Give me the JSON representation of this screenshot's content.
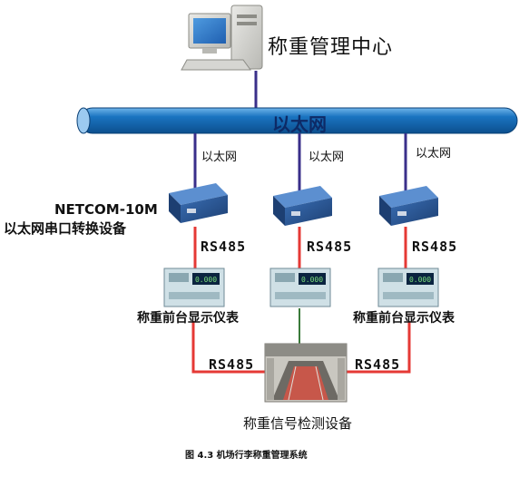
{
  "center": {
    "title": "称重管理中心"
  },
  "bus": {
    "label": "以太网"
  },
  "links": {
    "ethernet_label": "以太网",
    "serial_label": "RS485"
  },
  "device": {
    "model": "NETCOM-10M",
    "name": "以太网串口转换设备"
  },
  "indicator": {
    "label": "称重前台显示仪表",
    "reading": "0.000"
  },
  "detector": {
    "label": "称重信号检测设备"
  },
  "caption": "图 4.3 机场行李称重管理系统",
  "colors": {
    "bus": "#1a73c0",
    "ethernet_line": "#3a2f8a",
    "serial_line": "#e53935"
  }
}
